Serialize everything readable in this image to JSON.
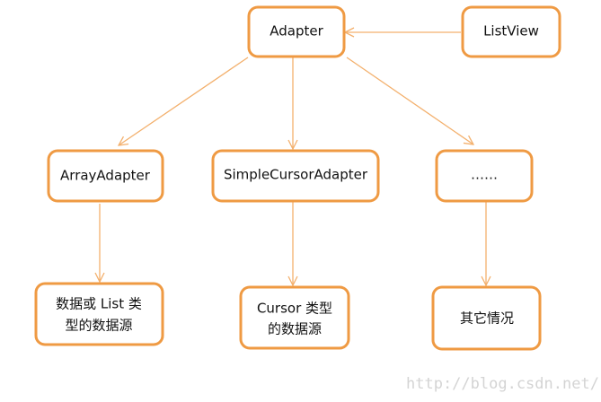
{
  "diagram": {
    "nodes": {
      "adapter": {
        "lines": [
          "Adapter"
        ]
      },
      "listview": {
        "lines": [
          "ListView"
        ]
      },
      "array_adapter": {
        "lines": [
          "ArrayAdapter"
        ]
      },
      "simple_cursor_adapter": {
        "lines": [
          "SimpleCursorAdapter"
        ]
      },
      "ellipsis": {
        "lines": [
          "……"
        ]
      },
      "array_source": {
        "lines": [
          "数据或 List 类",
          "型的数据源"
        ]
      },
      "cursor_source": {
        "lines": [
          "Cursor 类型",
          "的数据源"
        ]
      },
      "other_source": {
        "lines": [
          "其它情况"
        ]
      }
    },
    "edges": [
      {
        "from": "listview",
        "to": "adapter"
      },
      {
        "from": "adapter",
        "to": "array_adapter"
      },
      {
        "from": "adapter",
        "to": "simple_cursor_adapter"
      },
      {
        "from": "adapter",
        "to": "ellipsis"
      },
      {
        "from": "array_adapter",
        "to": "array_source"
      },
      {
        "from": "simple_cursor_adapter",
        "to": "cursor_source"
      },
      {
        "from": "ellipsis",
        "to": "other_source"
      }
    ],
    "colors": {
      "box_border": "#ef9a43",
      "edge": "#f3b06d",
      "text": "#111111",
      "watermark": "#d4d4d4"
    }
  },
  "watermark": {
    "text": "http://blog.csdn.net/"
  }
}
